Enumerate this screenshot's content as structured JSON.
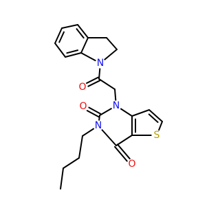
{
  "colors": {
    "background": "#ffffff",
    "bond": "#000000",
    "nitrogen": "#1010ee",
    "oxygen": "#ee1010",
    "sulfur": "#b8a100"
  },
  "molecule": {
    "atoms": {
      "n_indoline": "N",
      "o_acyl": "O",
      "n1_ring": "N",
      "o_c2": "O",
      "n3_ring": "N",
      "s_thiophene": "S",
      "o_c4": "O"
    }
  }
}
